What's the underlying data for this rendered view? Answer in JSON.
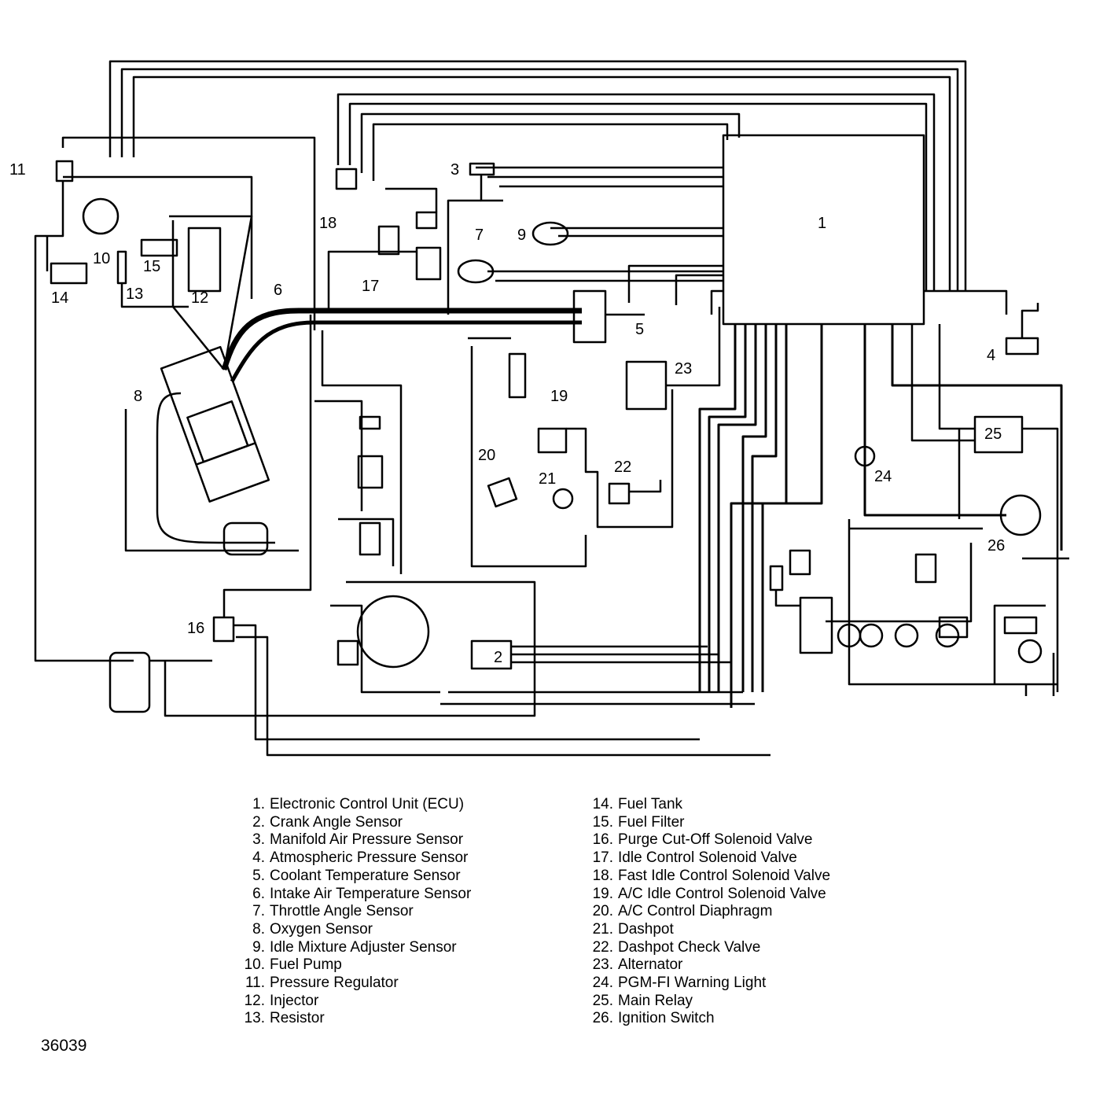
{
  "diagram": {
    "callouts": [
      "1",
      "2",
      "3",
      "4",
      "5",
      "6",
      "7",
      "8",
      "9",
      "10",
      "11",
      "12",
      "13",
      "14",
      "15",
      "16",
      "17",
      "18",
      "19",
      "20",
      "21",
      "22",
      "23",
      "24",
      "25",
      "26"
    ]
  },
  "legend": {
    "left": [
      {
        "num": "1.",
        "label": "Electronic Control Unit (ECU)"
      },
      {
        "num": "2.",
        "label": "Crank Angle Sensor"
      },
      {
        "num": "3.",
        "label": "Manifold Air Pressure Sensor"
      },
      {
        "num": "4.",
        "label": "Atmospheric Pressure Sensor"
      },
      {
        "num": "5.",
        "label": "Coolant Temperature Sensor"
      },
      {
        "num": "6.",
        "label": "Intake Air Temperature Sensor"
      },
      {
        "num": "7.",
        "label": "Throttle Angle Sensor"
      },
      {
        "num": "8.",
        "label": "Oxygen Sensor"
      },
      {
        "num": "9.",
        "label": "Idle Mixture Adjuster Sensor"
      },
      {
        "num": "10.",
        "label": "Fuel Pump"
      },
      {
        "num": "11.",
        "label": "Pressure Regulator"
      },
      {
        "num": "12.",
        "label": "Injector"
      },
      {
        "num": "13.",
        "label": "Resistor"
      }
    ],
    "right": [
      {
        "num": "14.",
        "label": "Fuel Tank"
      },
      {
        "num": "15.",
        "label": "Fuel Filter"
      },
      {
        "num": "16.",
        "label": "Purge Cut-Off Solenoid Valve"
      },
      {
        "num": "17.",
        "label": "Idle Control Solenoid Valve"
      },
      {
        "num": "18.",
        "label": "Fast Idle Control Solenoid Valve"
      },
      {
        "num": "19.",
        "label": "A/C Idle Control Solenoid Valve"
      },
      {
        "num": "20.",
        "label": "A/C Control Diaphragm"
      },
      {
        "num": "21.",
        "label": "Dashpot"
      },
      {
        "num": "22.",
        "label": "Dashpot Check Valve"
      },
      {
        "num": "23.",
        "label": "Alternator"
      },
      {
        "num": "24.",
        "label": "PGM-FI Warning Light"
      },
      {
        "num": "25.",
        "label": "Main Relay"
      },
      {
        "num": "26.",
        "label": "Ignition Switch"
      }
    ]
  },
  "figure_id": "36039"
}
